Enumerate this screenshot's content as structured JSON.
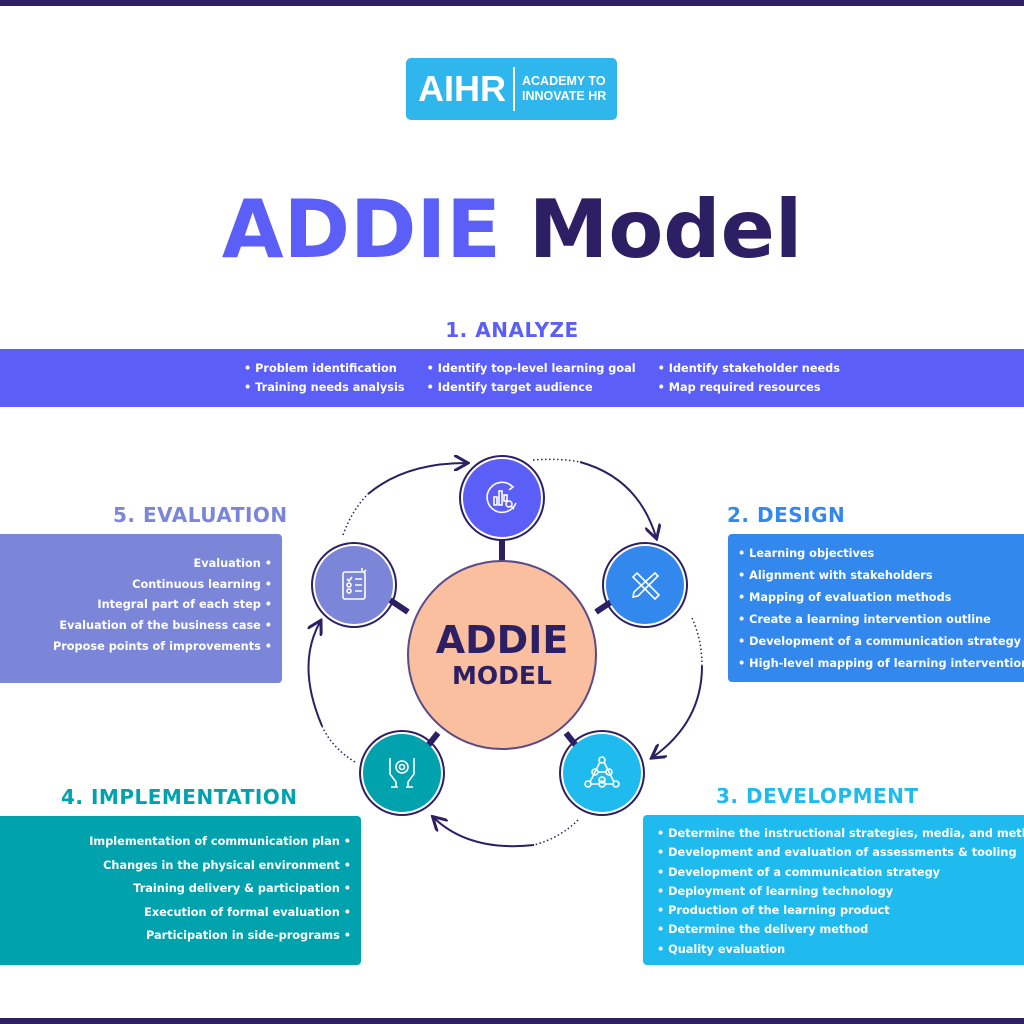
{
  "logo": {
    "mark": "AIHR",
    "tagline_1": "ACADEMY TO",
    "tagline_2": "INNOVATE HR"
  },
  "title": {
    "part1": "ADDIE",
    "part2": "Model"
  },
  "center": {
    "line1": "ADDIE",
    "line2": "MODEL"
  },
  "colors": {
    "dark": "#2d1f63",
    "analyze": "#5b5ff7",
    "design": "#3388ee",
    "development": "#20bbee",
    "implementation": "#00a2ad",
    "evaluation": "#7b86d8",
    "center": "#f9bf9f"
  },
  "stages": {
    "analyze": {
      "heading": "1. ANALYZE",
      "icon": "chart-analysis-icon",
      "columns": [
        [
          "Problem identification",
          "Training needs analysis"
        ],
        [
          "Identify top-level learning goal",
          "Identify target audience"
        ],
        [
          "Identify stakeholder needs",
          "Map required resources"
        ]
      ]
    },
    "design": {
      "heading": "2. DESIGN",
      "icon": "pencil-ruler-icon",
      "items": [
        "Learning objectives",
        "Alignment with stakeholders",
        "Mapping of evaluation methods",
        "Create a learning intervention outline",
        "Development of a communication strategy",
        "High-level mapping of learning intervention"
      ]
    },
    "development": {
      "heading": "3. DEVELOPMENT",
      "icon": "network-triangle-icon",
      "items": [
        "Determine the instructional strategies, media, and methods",
        "Development and evaluation of assessments & tooling",
        "Development of a communication strategy",
        "Deployment of learning technology",
        "Production of the learning product",
        "Determine the delivery method",
        "Quality evaluation"
      ]
    },
    "implementation": {
      "heading": "4. IMPLEMENTATION",
      "icon": "hands-gear-icon",
      "items": [
        "Implementation of communication plan",
        "Changes in the physical environment",
        "Training delivery & participation",
        "Execution of formal evaluation",
        "Participation in side-programs"
      ]
    },
    "evaluation": {
      "heading": "5. EVALUATION",
      "icon": "checklist-icon",
      "items": [
        "Evaluation",
        "Continuous learning",
        "Integral part of each step",
        "Evaluation of the business case",
        "Propose points of improvements"
      ]
    }
  }
}
